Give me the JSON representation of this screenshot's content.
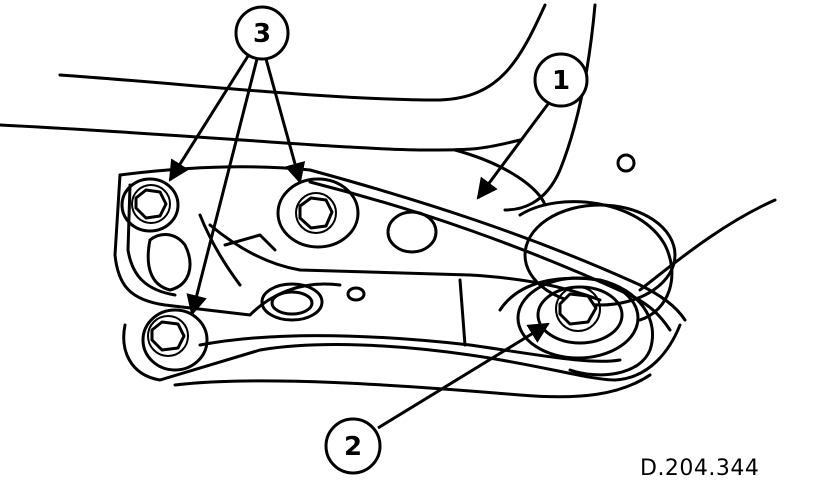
{
  "callouts": {
    "one": "1",
    "two": "2",
    "three": "3"
  },
  "reference_code": "D.204.344"
}
